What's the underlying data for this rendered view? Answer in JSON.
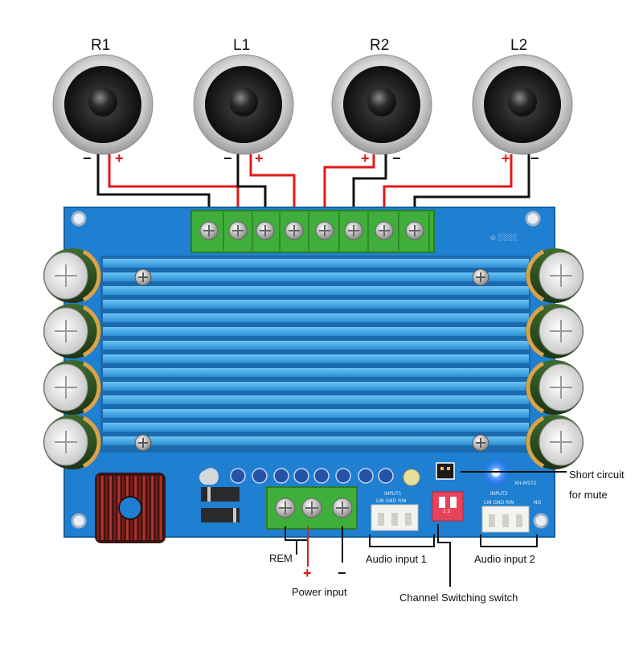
{
  "speakers": [
    {
      "label": "R1"
    },
    {
      "label": "L1"
    },
    {
      "label": "R2"
    },
    {
      "label": "L2"
    }
  ],
  "polarity": {
    "plus": "+",
    "minus": "−"
  },
  "annotations": {
    "short_circuit_line1": "Short circuit",
    "short_circuit_line2": "for mute",
    "rem": "REM",
    "power_input": "Power input",
    "audio_input_1": "Audio input 1",
    "audio_input_2": "Audio input 2",
    "channel_switch": "Channel Switching switch"
  },
  "pcb_silkscreen": {
    "input1": "INPUT1",
    "input2": "INPUT2",
    "pins": "LIN  GND  RIN",
    "switch_marks": "1  2",
    "module": "XH-M572",
    "corner": "NG"
  },
  "colors": {
    "board_blue": "#1f7fd0",
    "heatsink": "#3aa5e8",
    "terminal_green": "#3fae3a",
    "wire_red": "#e01818",
    "wire_black": "#111111",
    "switch_red": "#e8435a"
  }
}
